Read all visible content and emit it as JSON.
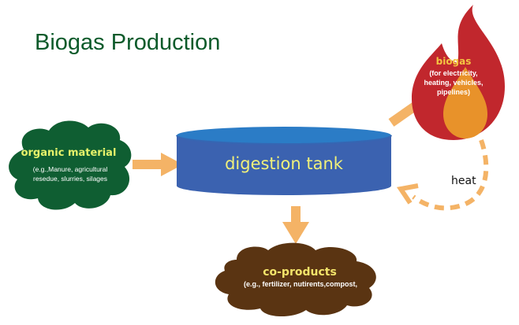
{
  "title": "Biogas Production",
  "colors": {
    "title": "#0b5a2a",
    "organic_material_cloud": "#0f5e32",
    "tank_body": "#3b62b0",
    "tank_top": "#2b7cc6",
    "flame_outer": "#c1272d",
    "flame_inner": "#e8922a",
    "co_products_cloud": "#5a3412",
    "arrow": "#f4b366"
  },
  "nodes": {
    "organic_material": {
      "title": "organic material",
      "description_line1": "(e.g.,Manure, agricultural",
      "description_line2": "resedue, slurries, silages"
    },
    "digestion_tank": {
      "label": "digestion tank"
    },
    "biogas": {
      "title": "biogas",
      "description_line1": "(for electricity,",
      "description_line2": "heating, vehicles,",
      "description_line3": "pipelines)"
    },
    "co_products": {
      "title": "co-products",
      "description": "(e.g., fertilizer, nutirents,compost,"
    }
  },
  "edges": [
    {
      "from": "organic material",
      "to": "digestion tank",
      "style": "solid"
    },
    {
      "from": "digestion tank",
      "to": "biogas",
      "style": "solid"
    },
    {
      "from": "digestion tank",
      "to": "co-products",
      "style": "solid"
    },
    {
      "from": "biogas",
      "to": "digestion tank",
      "style": "dashed",
      "label": "heat"
    }
  ],
  "heat_label": "heat"
}
